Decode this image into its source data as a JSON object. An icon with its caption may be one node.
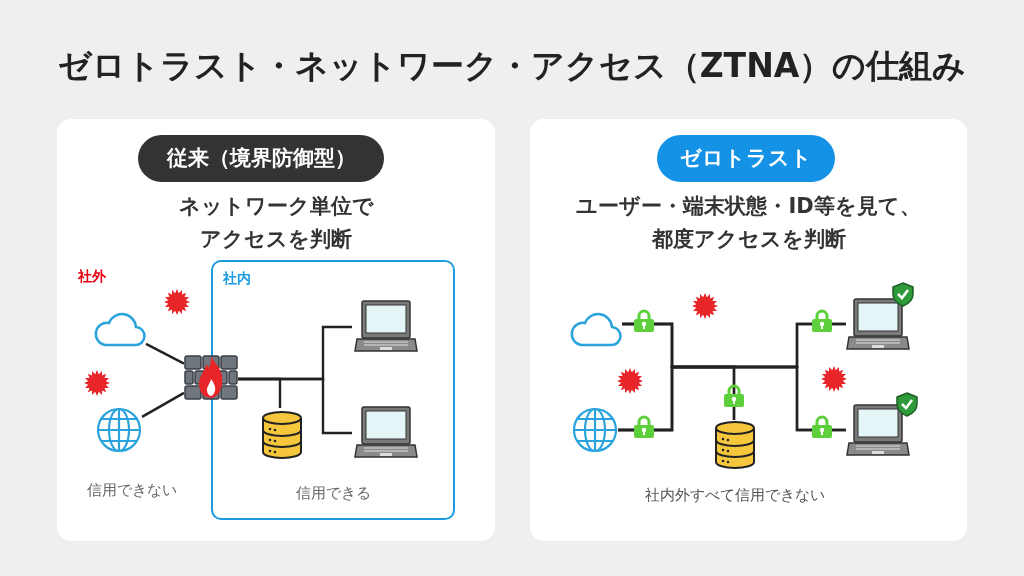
{
  "diagram": {
    "title": "ゼロトラスト・ネットワーク・アクセス（ZTNA）の仕組み",
    "nodes": [
      {
        "text": [
          "ネットワーク単位でアクセスを判断"
        ]
      },
      {
        "text": [
          "従来（境界防御型）"
        ],
        "in": 0
      },
      {
        "text": [
          "社内",
          "信用できる"
        ],
        "in": 0
      },
      {
        "text": [],
        "shape": "cloud",
        "in": 0
      },
      {
        "text": [],
        "shape": "globe",
        "in": 0
      },
      {
        "text": [],
        "shape": "firewall",
        "in": 0
      },
      {
        "text": [],
        "shape": "cylinder",
        "in": 2
      },
      {
        "text": [],
        "shape": "laptop",
        "in": 2
      },
      {
        "text": [],
        "shape": "laptop",
        "in": 2
      },
      {
        "text": [
          "ユーザー・端末状態・ID等を見て、都度アクセスを判断"
        ]
      },
      {
        "text": [
          "ゼロトラスト"
        ],
        "in": 9
      },
      {
        "text": [],
        "shape": "cloud",
        "in": 9
      },
      {
        "text": [],
        "shape": "globe",
        "in": 9
      },
      {
        "text": [],
        "shape": "cylinder",
        "in": 9
      },
      {
        "text": [],
        "shape": "laptop",
        "in": 9
      },
      {
        "text": [],
        "shape": "laptop",
        "in": 9
      }
    ],
    "edges": [
      {
        "from": 3,
        "to": 5,
        "arrow": "none"
      },
      {
        "from": 4,
        "to": 5,
        "arrow": "none"
      },
      {
        "from": 5,
        "to": 6,
        "arrow": "none"
      },
      {
        "from": 5,
        "to": 7,
        "arrow": "none"
      },
      {
        "from": 5,
        "to": 8,
        "arrow": "none"
      },
      {
        "from": 11,
        "to": 14,
        "arrow": "none"
      },
      {
        "from": 11,
        "to": 15,
        "arrow": "none"
      },
      {
        "from": 11,
        "to": 13,
        "arrow": "none"
      },
      {
        "from": 12,
        "to": 14,
        "arrow": "none"
      },
      {
        "from": 12,
        "to": 15,
        "arrow": "none"
      },
      {
        "from": 12,
        "to": 13,
        "arrow": "none"
      }
    ],
    "labels": [
      "社外",
      "信用できない",
      "社内外すべて信用できない"
    ]
  }
}
